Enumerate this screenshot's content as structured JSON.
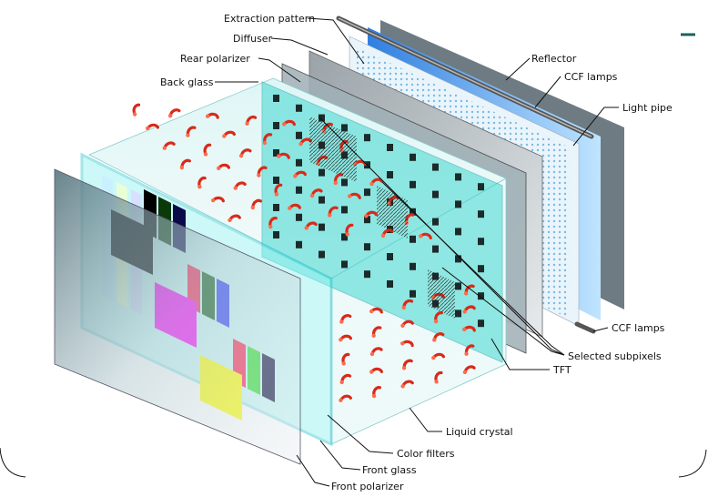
{
  "diagram": {
    "labels": {
      "extraction_pattern": "Extraction pattern",
      "diffuser": "Diffuser",
      "rear_polarizer": "Rear polarizer",
      "back_glass": "Back glass",
      "reflector": "Reflector",
      "ccf_lamps_top": "CCF lamps",
      "light_pipe": "Light pipe",
      "ccf_lamps_bottom": "CCF lamps",
      "selected_subpixels": "Selected subpixels",
      "tft": "TFT",
      "liquid_crystal": "Liquid crystal",
      "color_filters": "Color filters",
      "front_glass": "Front glass",
      "front_polarizer": "Front polarizer"
    },
    "colors": {
      "accent_frame": "#1f5f5f",
      "glass": "#8ff0f0",
      "panel_cyan": "#40d8d0",
      "crystal_red": "#d82a1a",
      "filter_black": "#000000",
      "filter_magenta": "#ff00ff",
      "filter_yellow": "#ffff00"
    }
  }
}
